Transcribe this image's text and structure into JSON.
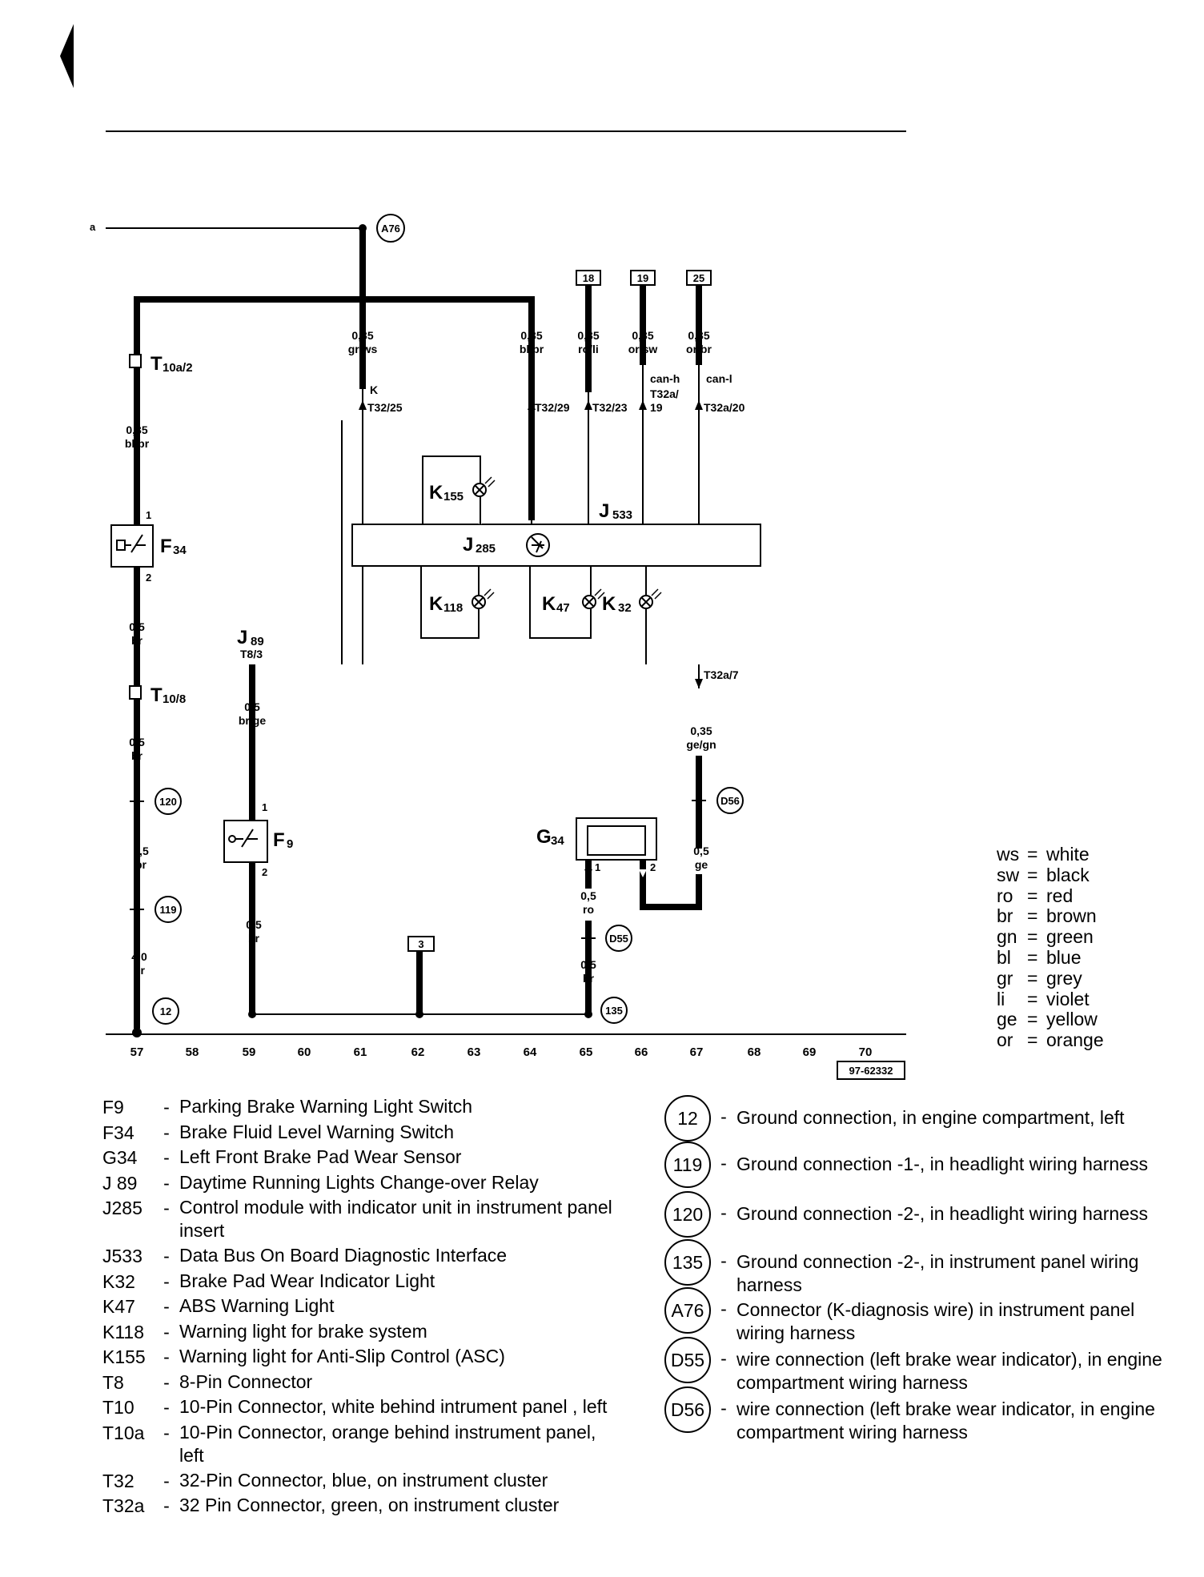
{
  "header_arrow": "back-arrow",
  "diagram": {
    "label_a": "a",
    "image_number": "97-62332",
    "position_numbers": [
      "57",
      "58",
      "59",
      "60",
      "61",
      "62",
      "63",
      "64",
      "65",
      "66",
      "67",
      "68",
      "69",
      "70"
    ],
    "fuse_boxes": [
      "18",
      "19",
      "25",
      "3"
    ],
    "circles": {
      "a76": "A76",
      "c120": "120",
      "c119": "119",
      "c12": "12",
      "d56": "D56",
      "d55": "D55",
      "c135": "135"
    },
    "connectors": {
      "t10a2_main": "T",
      "t10a2_sub": "10a/2",
      "t108_main": "T",
      "t108_sub": "10/8",
      "k_label": "K",
      "t32_25": "T32/25",
      "t32_29": "T32/29",
      "t32_23": "T32/23",
      "canh": "can-h",
      "t32a_a": "T32a/",
      "t32a_b": "19",
      "canl": "can-l",
      "t32a_20": "T32a/20",
      "t32a_7": "T32a/7",
      "j89_pin": "T8/3"
    },
    "pins": {
      "f34_1": "1",
      "f34_2": "2",
      "f9_1": "1",
      "f9_2": "2",
      "g34_1": "1",
      "g34_2": "2"
    },
    "components": {
      "f34_main": "F",
      "f34_sub": "34",
      "f9_main": "F",
      "f9_sub": "9",
      "j89_main": "J",
      "j89_sub": "89",
      "k155_main": "K",
      "k155_sub": "155",
      "j533_main": "J",
      "j533_sub": "533",
      "j285_main": "J",
      "j285_sub": "285",
      "k118_main": "K",
      "k118_sub": "118",
      "k47_main": "K",
      "k47_sub": "47",
      "k32_main": "K",
      "k32_sub": "32",
      "g34_main": "G",
      "g34_sub": "34"
    },
    "wires": {
      "w_61": [
        "0,35",
        "gr/ws"
      ],
      "w_64": [
        "0,35",
        "bl/br"
      ],
      "w_65top": [
        "0,35",
        "ro/li"
      ],
      "w_66top": [
        "0,35",
        "or/sw"
      ],
      "w_67top": [
        "0,35",
        "or/br"
      ],
      "w_57a": [
        "0,35",
        "bl/br"
      ],
      "w_57b": [
        "0,5",
        "br"
      ],
      "w_57c": [
        "0,5",
        "br"
      ],
      "w_57d": [
        "1,5",
        "br"
      ],
      "w_57e": [
        "4,0",
        "br"
      ],
      "w_59a": [
        "0,5",
        "br/ge"
      ],
      "w_59b": [
        "0,5",
        "br"
      ],
      "w_65a": [
        "0,5",
        "ro"
      ],
      "w_65b": [
        "0,5",
        "br"
      ],
      "w_67a": [
        "0,35",
        "ge/gn"
      ],
      "w_67b": [
        "0,5",
        "ge"
      ]
    }
  },
  "color_key": [
    {
      "abbr": "ws",
      "color": "white"
    },
    {
      "abbr": "sw",
      "color": "black"
    },
    {
      "abbr": "ro",
      "color": "red"
    },
    {
      "abbr": "br",
      "color": "brown"
    },
    {
      "abbr": "gn",
      "color": "green"
    },
    {
      "abbr": "bl",
      "color": "blue"
    },
    {
      "abbr": "gr",
      "color": "grey"
    },
    {
      "abbr": "li",
      "color": "violet"
    },
    {
      "abbr": "ge",
      "color": "yellow"
    },
    {
      "abbr": "or",
      "color": "orange"
    }
  ],
  "legend_components": [
    {
      "code": "F9",
      "desc": "Parking Brake Warning Light Switch"
    },
    {
      "code": "F34",
      "desc": "Brake Fluid Level Warning Switch"
    },
    {
      "code": "G34",
      "desc": "Left Front Brake Pad Wear Sensor"
    },
    {
      "code": "J 89",
      "desc": "Daytime Running Lights Change-over Relay"
    },
    {
      "code": "J285",
      "desc": "Control module with indicator unit in instrument panel insert"
    },
    {
      "code": "J533",
      "desc": "Data Bus On Board Diagnostic Interface"
    },
    {
      "code": "K32",
      "desc": "Brake Pad Wear Indicator Light"
    },
    {
      "code": "K47",
      "desc": "ABS Warning Light"
    },
    {
      "code": "K118",
      "desc": "Warning light for brake system"
    },
    {
      "code": "K155",
      "desc": "Warning light for Anti-Slip Control (ASC)"
    },
    {
      "code": "T8",
      "desc": "8-Pin Connector"
    },
    {
      "code": "T10",
      "desc": "10-Pin Connector, white behind intrument panel , left"
    },
    {
      "code": "T10a",
      "desc": "10-Pin Connector, orange behind instrument panel, left"
    },
    {
      "code": "T32",
      "desc": "32-Pin Connector, blue, on instrument cluster"
    },
    {
      "code": "T32a",
      "desc": "32 Pin Connector, green, on instrument cluster"
    }
  ],
  "legend_grounds": [
    {
      "code": "12",
      "desc": "Ground connection, in engine compartment, left"
    },
    {
      "code": "119",
      "desc": "Ground connection -1-, in headlight wiring harness"
    },
    {
      "code": "120",
      "desc": "Ground connection -2-, in headlight wiring harness"
    },
    {
      "code": "135",
      "desc": "Ground connection -2-, in instrument panel wiring harness"
    },
    {
      "code": "A76",
      "desc": "Connector (K-diagnosis wire) in instrument panel wiring harness"
    },
    {
      "code": "D55",
      "desc": "wire connection (left brake wear indicator), in engine compartment wiring harness"
    },
    {
      "code": "D56",
      "desc": "wire connection (left brake wear indicator, in engine compartment wiring harness"
    }
  ]
}
